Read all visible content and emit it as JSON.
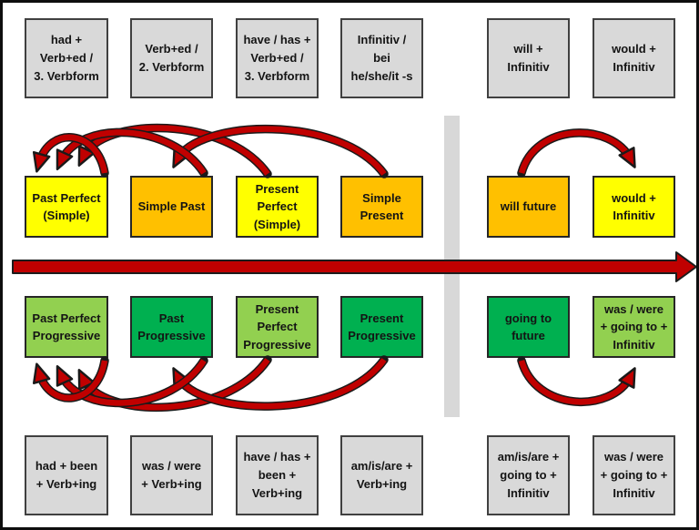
{
  "diagram_title": "English tenses timeline with backshift arrows",
  "palette": {
    "yellow": "#FFFF00",
    "orange": "#FFC000",
    "green": "#00B050",
    "light_green": "#92D050",
    "gray_box": "#D9D9D9",
    "arrow_red": "#C00000",
    "divider_gray": "#D8D8D8"
  },
  "timeline": {
    "color": "#C00000",
    "direction": "left-to-right"
  },
  "boxes": {
    "r1c1": "had +\nVerb+ed /\n3. Verbform",
    "r1c2": "Verb+ed /\n2. Verbform",
    "r1c3": "have / has +\nVerb+ed /\n3. Verbform",
    "r1c4": "Infinitiv /\nbei\nhe/she/it -s",
    "r1c5": "will +\nInfinitiv",
    "r1c6": "would +\nInfinitiv",
    "r2c1": "Past Perfect\n(Simple)",
    "r2c2": "Simple Past",
    "r2c3": "Present\nPerfect\n(Simple)",
    "r2c4": "Simple\nPresent",
    "r2c5": "will future",
    "r2c6": "would +\nInfinitiv",
    "r3c1": "Past Perfect\nProgressive",
    "r3c2": "Past\nProgressive",
    "r3c3": "Present\nPerfect\nProgressive",
    "r3c4": "Present\nProgressive",
    "r3c5": "going to\nfuture",
    "r3c6": "was / were\n+ going to +\nInfinitiv",
    "r4c1": "had + been\n+ Verb+ing",
    "r4c2": "was / were\n+ Verb+ing",
    "r4c3": "have / has +\nbeen +\nVerb+ing",
    "r4c4": "am/is/are +\nVerb+ing",
    "r4c5": "am/is/are +\ngoing to +\nInfinitiv",
    "r4c6": "was / were\n+ going to +\nInfinitiv"
  },
  "arrows": {
    "simple_row": [
      {
        "from": "Past Perfect (Simple)",
        "to": "Past Perfect (Simple)"
      },
      {
        "from": "Simple Past",
        "to": "Past Perfect (Simple)"
      },
      {
        "from": "Present Perfect (Simple)",
        "to": "Past Perfect (Simple)"
      },
      {
        "from": "Simple Present",
        "to": "Simple Past"
      },
      {
        "from": "will future",
        "to": "would + Infinitiv"
      }
    ],
    "progressive_row": [
      {
        "from": "Past Perfect Progressive",
        "to": "Past Perfect Progressive"
      },
      {
        "from": "Past Progressive",
        "to": "Past Perfect Progressive"
      },
      {
        "from": "Present Perfect Progressive",
        "to": "Past Perfect Progressive"
      },
      {
        "from": "Present Progressive",
        "to": "Past Progressive"
      },
      {
        "from": "going to future",
        "to": "was / were + going to + Infinitiv"
      }
    ]
  }
}
